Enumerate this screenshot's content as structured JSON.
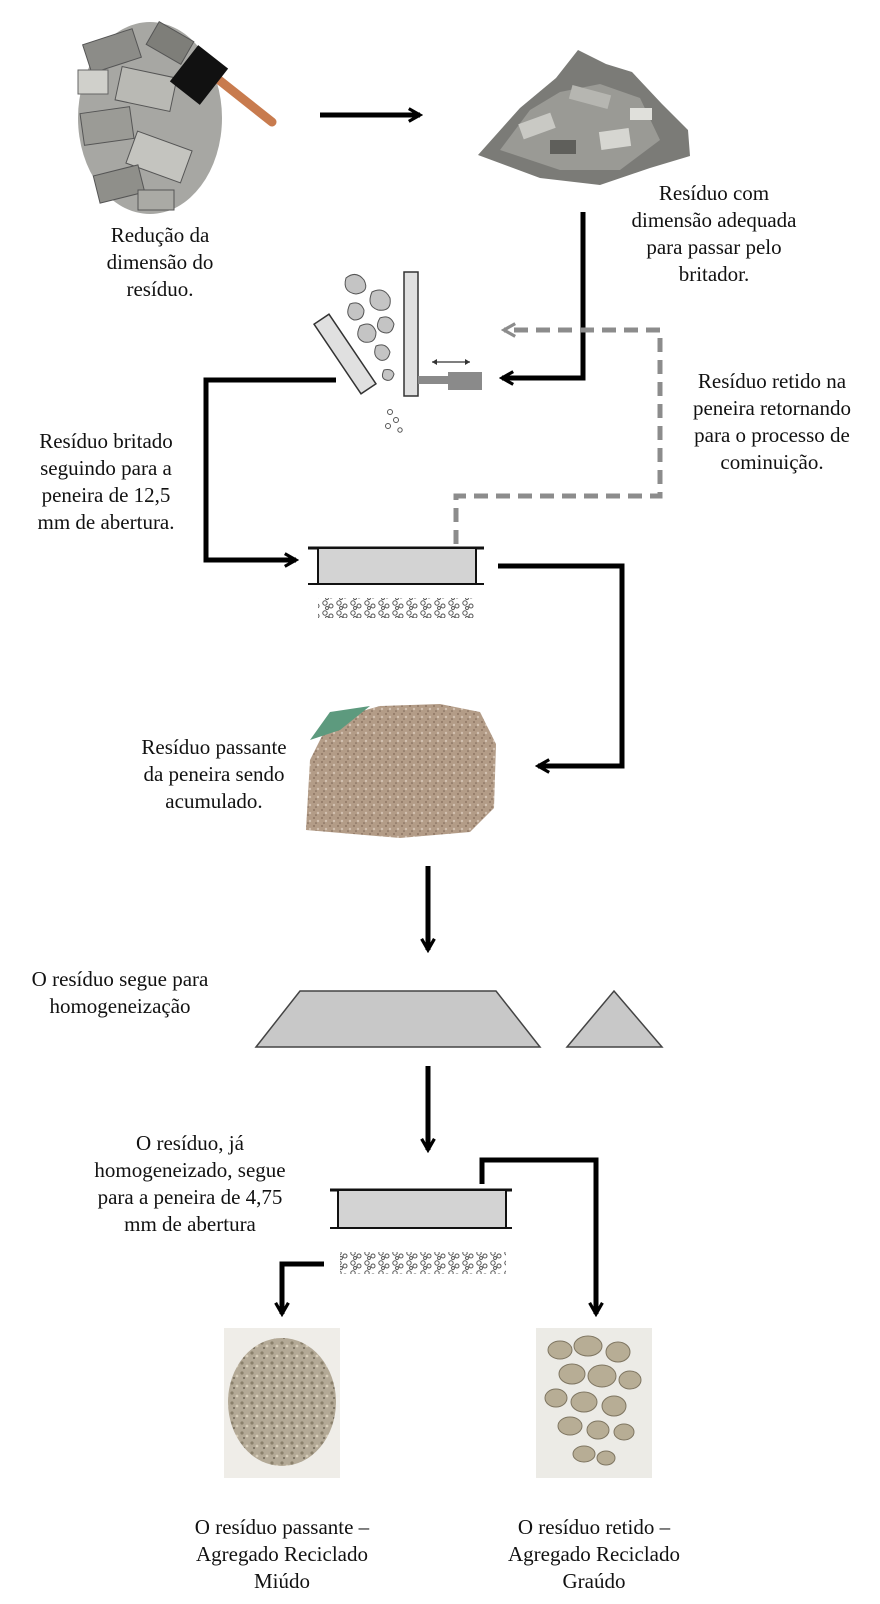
{
  "steps": {
    "reduce": {
      "lines": [
        "Redução da",
        "dimensão do",
        "resíduo."
      ]
    },
    "adequate": {
      "lines": [
        "Resíduo com",
        "dimensão adequada",
        "para passar pelo",
        "britador."
      ]
    },
    "retained_return": {
      "lines": [
        "Resíduo retido na",
        "peneira retornando",
        "para o processo de",
        "cominuição."
      ]
    },
    "crushed": {
      "lines": [
        "Resíduo britado",
        "seguindo para a",
        "peneira de 12,5",
        "mm de abertura."
      ]
    },
    "accumulated": {
      "lines": [
        "Resíduo passante",
        "da peneira sendo",
        "acumulado."
      ]
    },
    "homogenization": {
      "lines": [
        "O resíduo segue para",
        "homogeneização"
      ]
    },
    "sieve475": {
      "lines": [
        "O resíduo, já",
        "homogeneizado,  segue",
        "para a peneira de 4,75",
        "mm de abertura"
      ]
    },
    "fine": {
      "lines": [
        "O resíduo passante –",
        "Agregado Reciclado",
        "Miúdo"
      ]
    },
    "coarse": {
      "lines": [
        "O resíduo retido –",
        "Agregado Reciclado",
        "Graúdo"
      ]
    }
  },
  "icons": {
    "hammer": "hammer-icon",
    "crusher": "jaw-crusher-icon",
    "sieve": "sieve-icon"
  },
  "colors": {
    "arrow": "#000000",
    "return_arrow": "#8c8c8c",
    "sieve_fill": "#d3d3d3",
    "pile_fill": "#c8c8c8"
  }
}
